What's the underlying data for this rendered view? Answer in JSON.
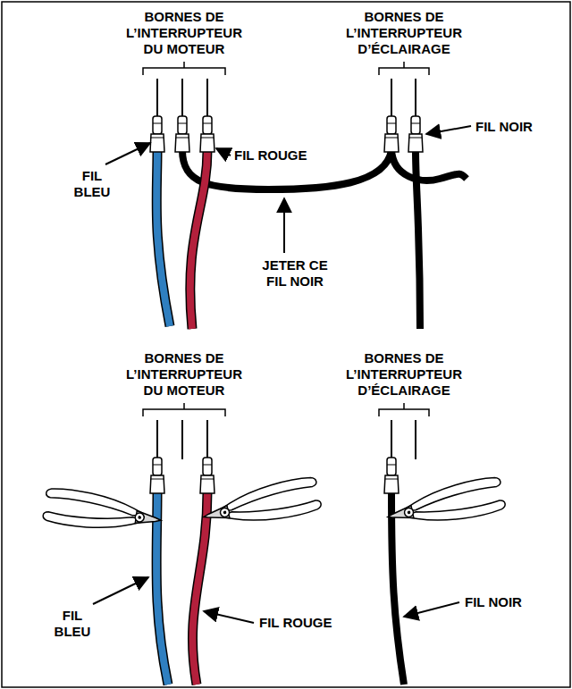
{
  "diagram": {
    "labels": [
      "BORNES DE L’INTERRUPTEUR DU MOTEUR",
      "BORNES DE L’INTERRUPTEUR D’ÉCLAIRAGE",
      "FIL BLEU",
      "FIL ROUGE",
      "FIL NOIR",
      "JETER CE FIL NOIR",
      "BORNES DE L’INTERRUPTEUR DU MOTEUR",
      "BORNES DE L’INTERRUPTEUR D’ÉCLAIRAGE",
      "FIL BLEU",
      "FIL ROUGE",
      "FIL NOIR"
    ]
  }
}
